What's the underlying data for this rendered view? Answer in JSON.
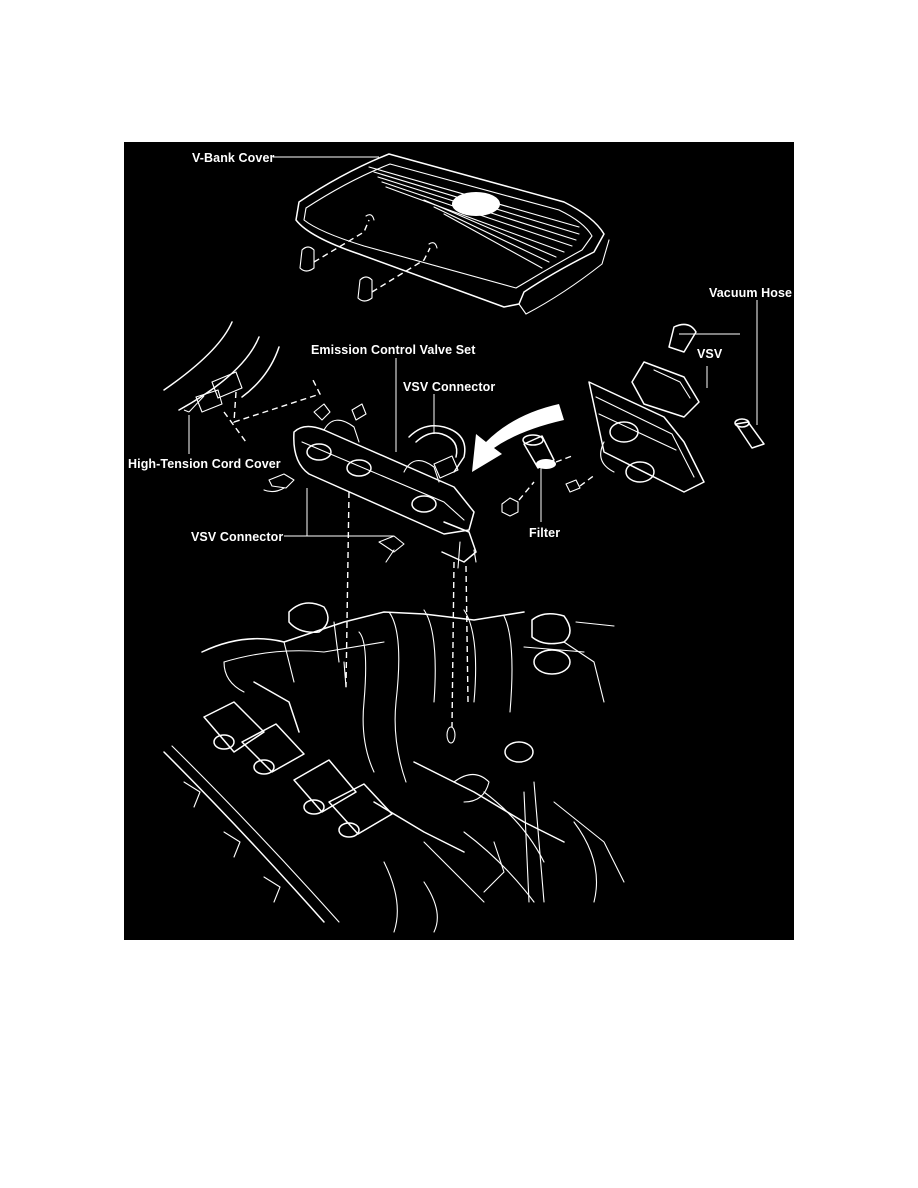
{
  "labels": {
    "v_bank_cover": "V-Bank Cover",
    "vacuum_hose": "Vacuum Hose",
    "emission_control_valve_set": "Emission Control Valve Set",
    "vsv": "VSV",
    "vsv_connector_top": "VSV Connector",
    "high_tension_cord_cover": "High-Tension Cord Cover",
    "filter": "Filter",
    "vsv_connector_bottom": "VSV Connector"
  },
  "colors": {
    "background": "#000000",
    "line": "#ffffff",
    "page": "#ffffff"
  }
}
